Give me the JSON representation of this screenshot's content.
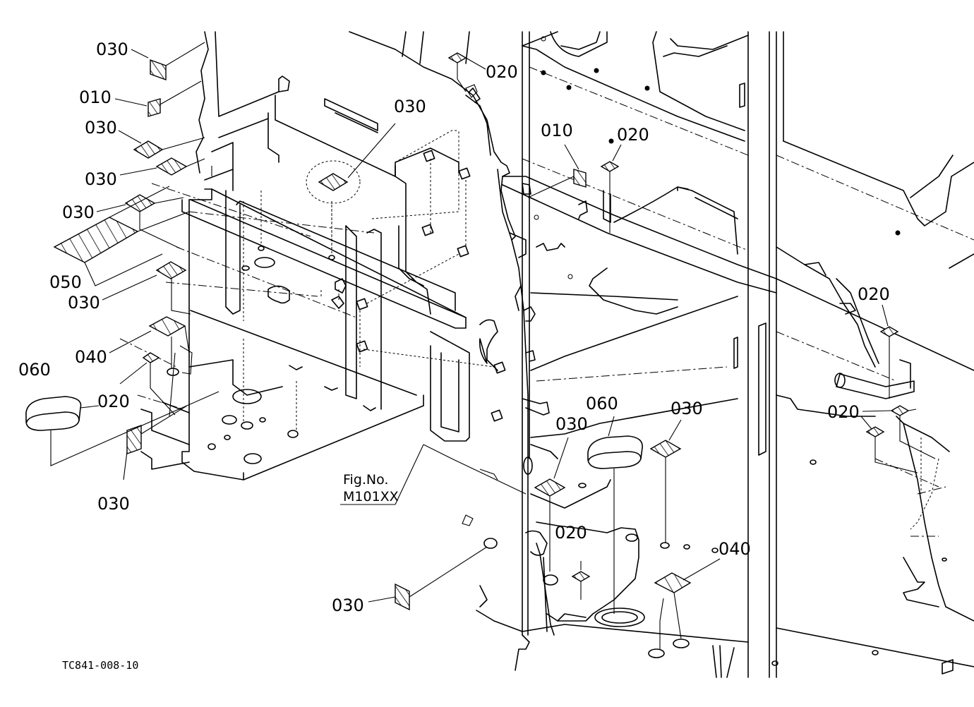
{
  "callouts": {
    "c030_a": "030",
    "c010_a": "010",
    "c030_b": "030",
    "c030_c": "030",
    "c030_d": "030",
    "c050": "050",
    "c030_e": "030",
    "c040_a": "040",
    "c020_a": "020",
    "c060_a": "060",
    "c030_f": "030",
    "c030_g": "030",
    "c020_b": "020",
    "c010_b": "010",
    "c020_c": "020",
    "c020_d": "020",
    "c020_e": "020",
    "c060_b": "060",
    "c030_h": "030",
    "c030_i": "030",
    "c020_f": "020",
    "c040_b": "040",
    "c030_j": "030"
  },
  "reference": {
    "line1": "Fig.No.",
    "line2": "M101XX"
  },
  "drawing_code": "TC841-008-10"
}
